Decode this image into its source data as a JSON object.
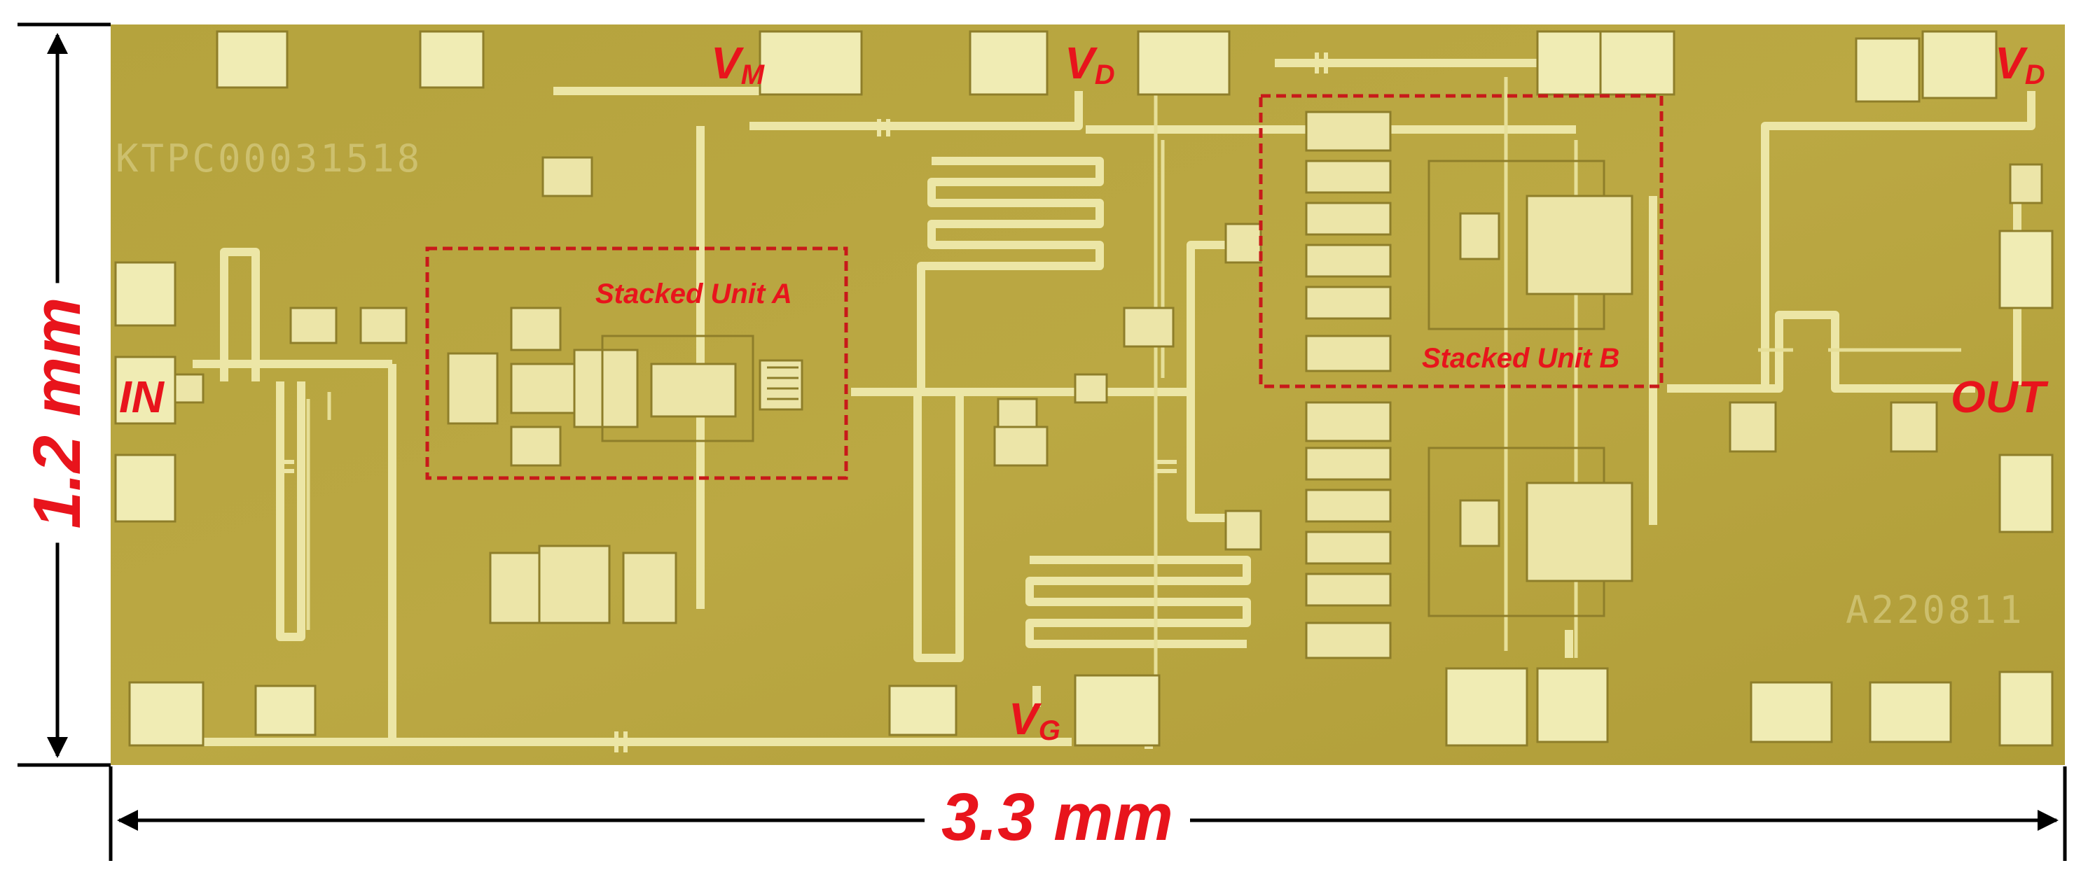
{
  "die_marking_top": "KTPC00031518",
  "die_marking_bottom": "A220811",
  "dimensions": {
    "height": "1.2 mm",
    "width": "3.3 mm"
  },
  "ports": {
    "input": "IN",
    "output": "OUT",
    "vm": {
      "main": "V",
      "sub": "M"
    },
    "vd1": {
      "main": "V",
      "sub": "D"
    },
    "vd2": {
      "main": "V",
      "sub": "D"
    },
    "vg": {
      "main": "V",
      "sub": "G"
    }
  },
  "regions": {
    "unit_a": "Stacked Unit A",
    "unit_b": "Stacked Unit B"
  },
  "colors": {
    "substrate": "#b9a63e",
    "metal": "#f0ecb2",
    "annotation": "#e8141c"
  }
}
